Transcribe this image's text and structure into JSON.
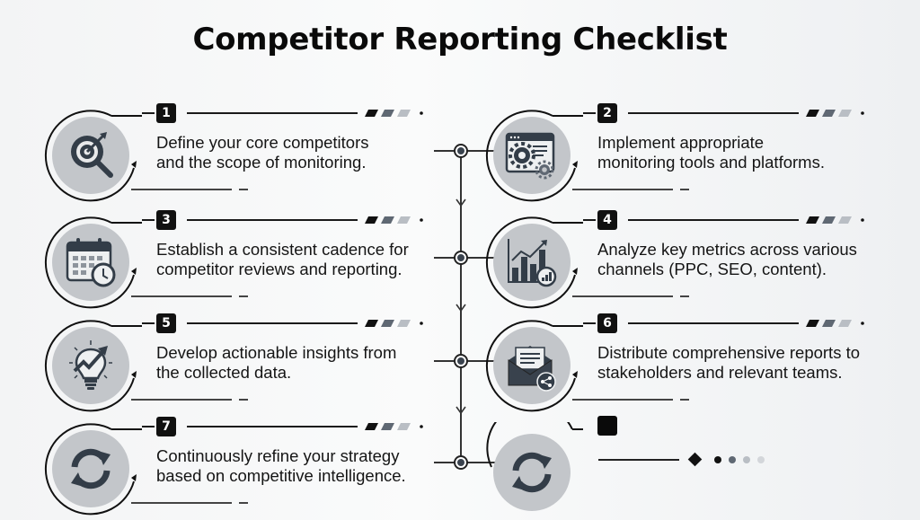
{
  "title": "Competitor Reporting Checklist",
  "colors": {
    "badge": "#111111",
    "icon_disc": "#c3c6ca",
    "icon_dark": "#333d48",
    "stripe_1": "#111111",
    "stripe_2": "#5f6873",
    "stripe_3": "#b9bec4"
  },
  "steps": [
    {
      "number": "1",
      "icon": "target-search-icon",
      "text_line1": "Define your core competitors",
      "text_line2": "and the scope of monitoring."
    },
    {
      "number": "2",
      "icon": "browser-gears-icon",
      "text_line1": "Implement appropriate",
      "text_line2": "monitoring tools and platforms."
    },
    {
      "number": "3",
      "icon": "calendar-clock-icon",
      "text_line1": "Establish a consistent cadence for",
      "text_line2": "competitor reviews and reporting."
    },
    {
      "number": "4",
      "icon": "bar-chart-trend-icon",
      "text_line1": "Analyze key metrics across various",
      "text_line2": "channels (PPC, SEO, content)."
    },
    {
      "number": "5",
      "icon": "lightbulb-growth-icon",
      "text_line1": "Develop actionable insights from",
      "text_line2": "the collected data."
    },
    {
      "number": "6",
      "icon": "envelope-share-icon",
      "text_line1": "Distribute comprehensive reports to",
      "text_line2": "stakeholders and relevant teams."
    },
    {
      "number": "7",
      "icon": "refresh-cycle-icon",
      "text_line1": "Continuously refine your strategy",
      "text_line2": "based on competitive intelligence."
    }
  ],
  "final": {
    "icon": "refresh-cycle-icon",
    "dots": [
      "#111111",
      "#5f6873",
      "#b9bec4",
      "#d3d6da"
    ]
  }
}
